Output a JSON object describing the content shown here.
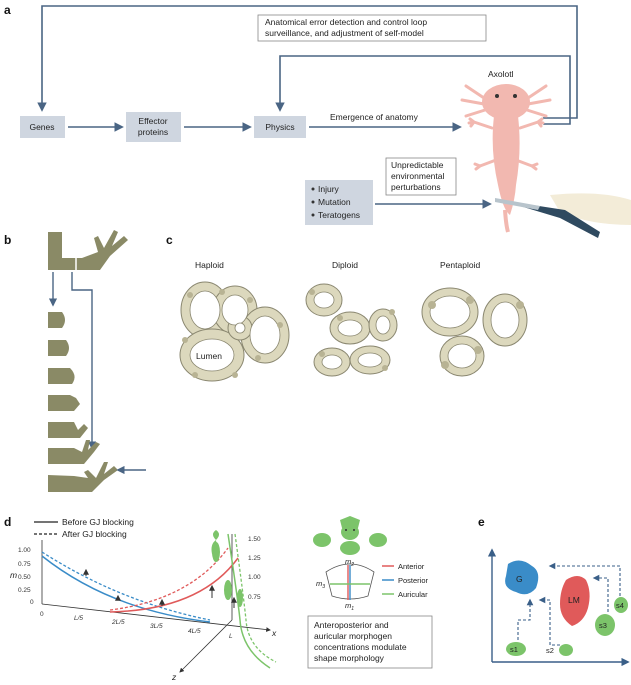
{
  "panel_a": {
    "letter": "a",
    "genes": "Genes",
    "effector_line1": "Effector",
    "effector_line2": "proteins",
    "physics": "Physics",
    "emergence": "Emergence of anatomy",
    "axolotl": "Axolotl",
    "surveillance_line1": "Anatomical error detection and control loop",
    "surveillance_line2": "surveillance, and adjustment of self-model",
    "unpredictable_line1": "Unpredictable",
    "unpredictable_line2": "environmental",
    "unpredictable_line3": "perturbations",
    "perturbations": [
      "Injury",
      "Mutation",
      "Teratogens"
    ],
    "colors": {
      "box_fill": "#cfd6e0",
      "arrow": "#4a6584",
      "axolotl": "#f2b8b0"
    }
  },
  "panel_b": {
    "letter": "b"
  },
  "panel_c": {
    "letter": "c",
    "haploid": "Haploid",
    "diploid": "Diploid",
    "pentaploid": "Pentaploid",
    "lumen": "Lumen"
  },
  "panel_d": {
    "letter": "d",
    "legend_before": "Before GJ blocking",
    "legend_after": "After GJ blocking",
    "y_axis_label": "m",
    "y_ticks": [
      "1.00",
      "0.75",
      "0.50",
      "0.25",
      "0"
    ],
    "x_ticks": [
      "0",
      "L/5",
      "2L/5",
      "3L/5",
      "4L/5",
      "L"
    ],
    "x_axis": "x",
    "z_axis": "z",
    "right_ticks": [
      "1.50",
      "1.25",
      "1.00",
      "0.75"
    ],
    "m2": "m",
    "m3": "m",
    "m1": "m",
    "sub2": "2",
    "sub3": "3",
    "sub1": "1",
    "anterior": "Anterior",
    "posterior": "Posterior",
    "auricular": "Auricular",
    "caption_line1": "Anteroposterior and",
    "caption_line2": "auricular morphogen",
    "caption_line3": "concentrations modulate",
    "caption_line4": "shape morphology",
    "colors": {
      "anterior": "#e05a5a",
      "posterior": "#3a8cc8",
      "auricular": "#7cc46a"
    }
  },
  "panel_e": {
    "letter": "e",
    "G": "G",
    "LM": "LM",
    "s1": "s1",
    "s2": "s2",
    "s3": "s3",
    "s4": "s4",
    "colors": {
      "G": "#3a8cc8",
      "LM": "#e05a5a",
      "s": "#7cc46a",
      "axes": "#3a5f88"
    }
  }
}
